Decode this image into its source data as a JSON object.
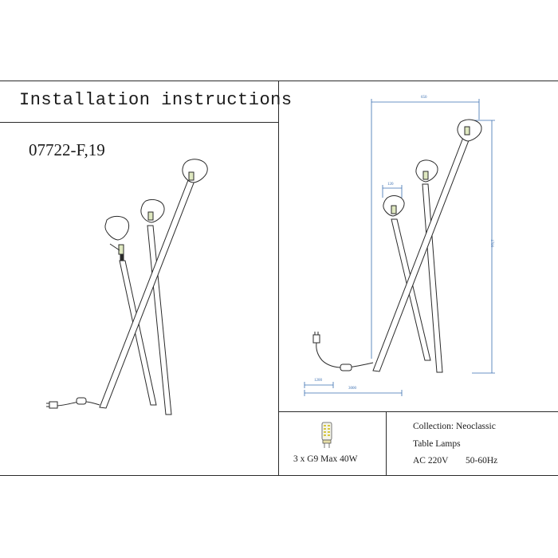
{
  "sheet": {
    "title": "Installation instructions",
    "model": "07722-F,19"
  },
  "bulb": {
    "label": "3 x G9 Max 40W"
  },
  "specs": {
    "collection": "Collection: Neoclassic",
    "type": "Table Lamps",
    "voltage": "AC 220V",
    "frequency": "50-60Hz"
  },
  "dimensions": {
    "overall_width": "650",
    "shade_width": "120",
    "height": "1700",
    "base_small": "1200",
    "base_large": "3000"
  }
}
